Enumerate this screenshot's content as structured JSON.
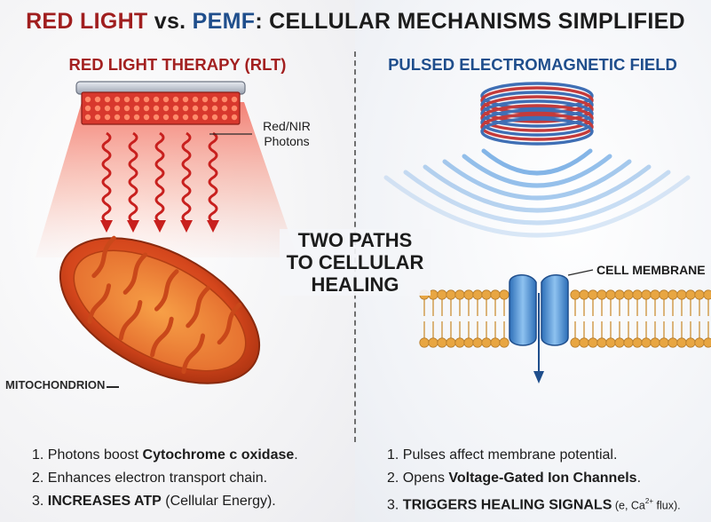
{
  "title": {
    "part1": "RED LIGHT",
    "part2": " vs. ",
    "part3": "PEMF",
    "part4": ": CELLULAR MECHANISMS SIMPLIFIED"
  },
  "left": {
    "heading": "RED LIGHT THERAPY (RLT)",
    "photon_label_line1": "Red/NIR",
    "photon_label_line2": "Photons",
    "mito_label": "MITOCHONDRION",
    "steps": [
      {
        "num": "1. ",
        "pre": "Photons boost ",
        "bold": "Cytochrome c oxidase",
        "post": "."
      },
      {
        "num": "2. ",
        "pre": "Enhances electron transport chain.",
        "bold": "",
        "post": ""
      },
      {
        "num": "3. ",
        "pre": "",
        "bold": "INCREASES ATP",
        "post": " (Cellular Energy)."
      }
    ]
  },
  "center": {
    "line1": "TWO PATHS",
    "line2": "TO CELLULAR",
    "line3": "HEALING"
  },
  "right": {
    "heading": "PULSED ELECTROMAGNETIC FIELD",
    "membrane_label": "CELL MEMBRANE",
    "steps": [
      {
        "num": "1. ",
        "pre": "Pulses affect membrane potential.",
        "bold": "",
        "post": ""
      },
      {
        "num": "2. ",
        "pre": "Opens ",
        "bold": "Voltage-Gated Ion Channels",
        "post": "."
      },
      {
        "num": "3. ",
        "pre": "",
        "bold": "TRIGGERS HEALING SIGNALS",
        "small_pre": " (e, Ca",
        "sup": "2+",
        "small_post": " flux)."
      }
    ]
  },
  "colors": {
    "red_accent": "#a01e1e",
    "blue_accent": "#1f4e8c",
    "photon_arrow": "#c8201e",
    "membrane_head": "#e8a642",
    "channel": "#4a8fd4"
  }
}
